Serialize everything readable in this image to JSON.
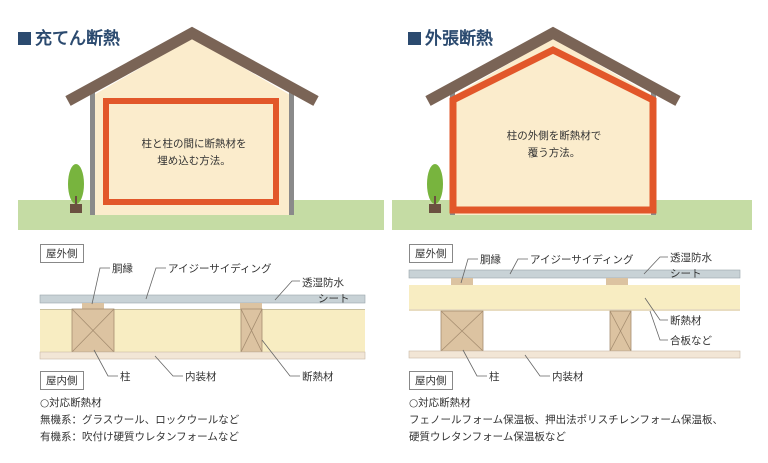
{
  "left": {
    "title": "充てん断熱",
    "house_text_1": "柱と柱の間に断熱材を",
    "house_text_2": "埋め込む方法。",
    "outside_tag": "屋外側",
    "inside_tag": "屋内側",
    "labels": {
      "furring": "胴縁",
      "siding": "アイジーサイディング",
      "membrane_1": "透湿防水",
      "membrane_2": "シート",
      "post": "柱",
      "interior": "内装材",
      "insulation": "断熱材"
    },
    "notes": {
      "heading": "○対応断熱材",
      "inorganic": "無機系：グラスウール、ロックウールなど",
      "organic": "有機系：吹付け硬質ウレタンフォームなど"
    }
  },
  "right": {
    "title": "外張断熱",
    "house_text_1": "柱の外側を断熱材で",
    "house_text_2": "覆う方法。",
    "outside_tag": "屋外側",
    "inside_tag": "屋内側",
    "labels": {
      "furring": "胴縁",
      "siding": "アイジーサイディング",
      "membrane_1": "透湿防水",
      "membrane_2": "シート",
      "insulation": "断熱材",
      "plywood": "合板など",
      "post": "柱",
      "interior": "内装材"
    },
    "notes": {
      "heading": "○対応断熱材",
      "line1": "フェノールフォーム保温板、押出法ポリスチレンフォーム保温板、",
      "line2": "硬質ウレタンフォーム保温板など"
    }
  },
  "colors": {
    "heading": "#2b4a6f",
    "ground": "#c5dca4",
    "roof": "#7a6456",
    "wall": "#fbeccc",
    "insulation_frame": "#e2572a",
    "insulation_layer": "#f8edc2",
    "siding": "#c8d2d6",
    "wood": "#dcc3a1",
    "tree": "#78b43e"
  }
}
